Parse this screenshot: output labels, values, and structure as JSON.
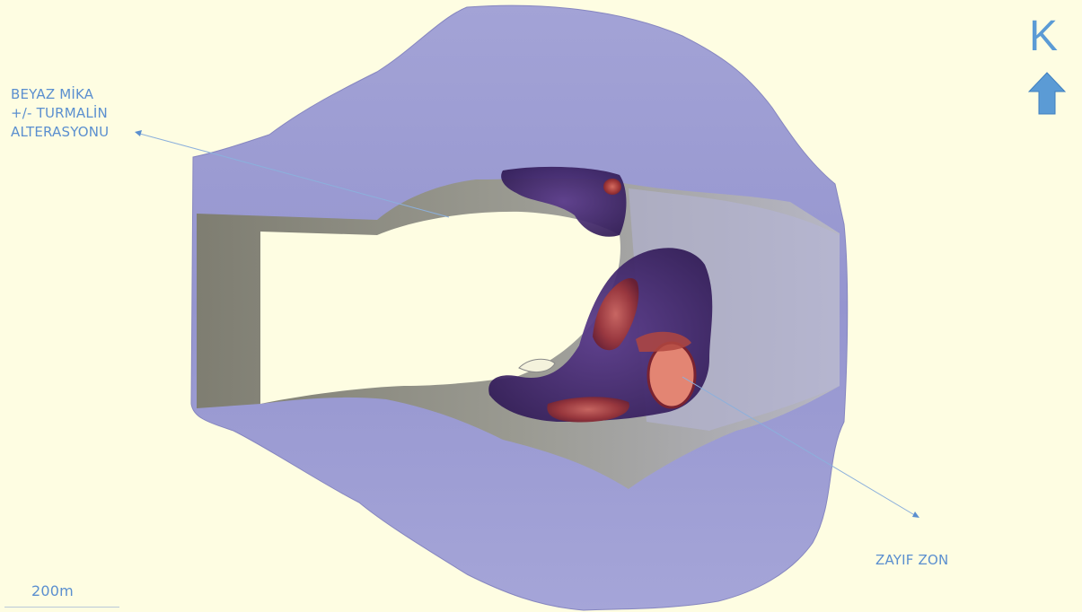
{
  "labels": {
    "alteration": [
      "BEYAZ MİKA",
      "+/- TURMALİN",
      "ALTERASYONU"
    ],
    "weak_zone": "ZAYIF ZON",
    "scale": "200m",
    "north": "K"
  },
  "colors": {
    "background": "#fefde2",
    "alteration_shell": "#8f8fcc",
    "pit_wall": "#8a8a78",
    "weak_zone_outer": "#3c1f60",
    "weak_zone_core": "#a5403c",
    "label_text": "#5b8fcf",
    "north_arrow": "#5b9bd5"
  },
  "icons": {
    "north_arrow": "up-arrow-icon"
  }
}
